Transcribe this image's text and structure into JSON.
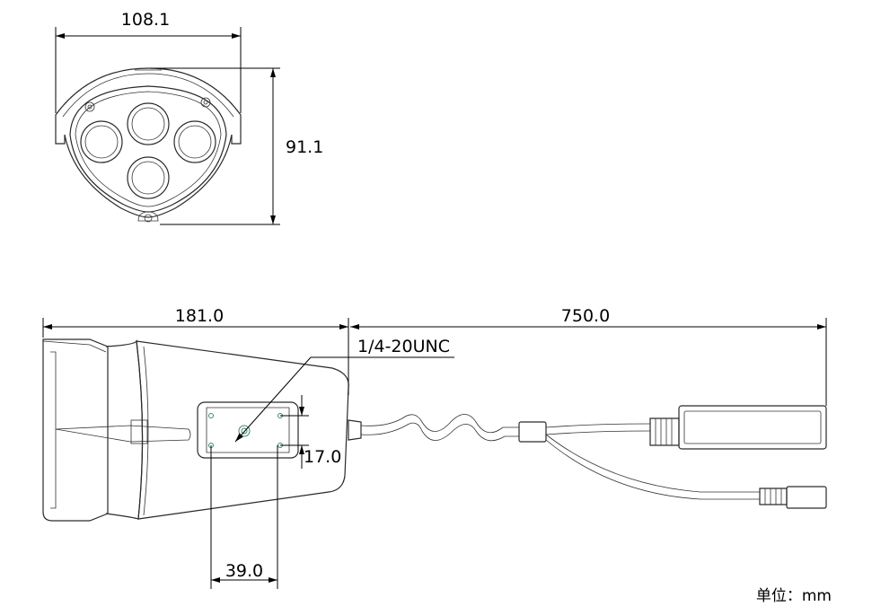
{
  "dimensions": {
    "front_width": "108.1",
    "front_height": "91.1",
    "body_length": "181.0",
    "cable_length": "750.0",
    "mount_thread": "1/4-20UNC",
    "mount_height": "17.0",
    "mount_width": "39.0"
  },
  "unit_label": "单位：mm"
}
